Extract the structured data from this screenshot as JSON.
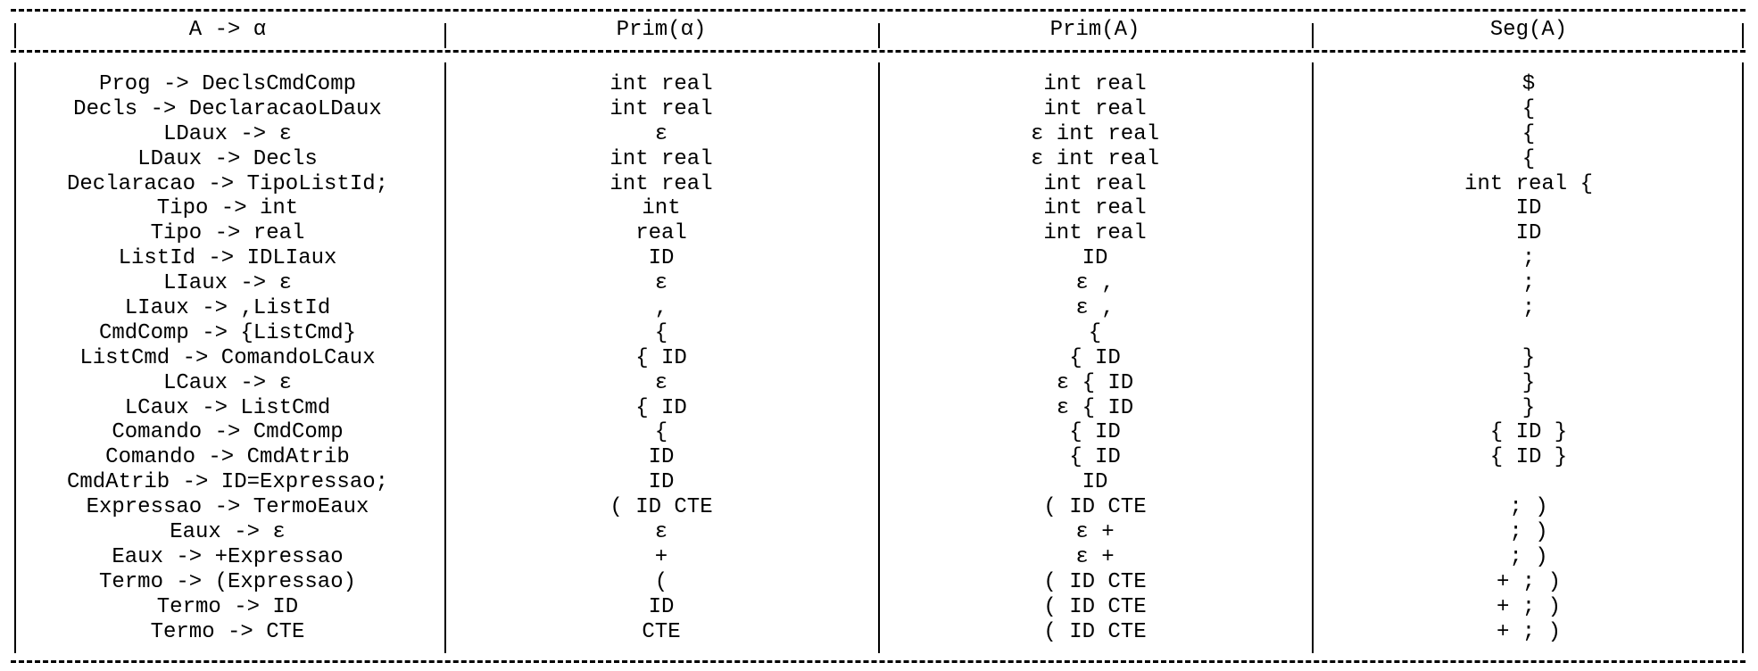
{
  "headers": [
    "A -> α",
    "Prim(α)",
    "Prim(A)",
    "Seg(A)"
  ],
  "rows": [
    [
      "Prog -> DeclsCmdComp",
      "int real",
      "int real",
      "$"
    ],
    [
      "Decls -> DeclaracaoLDaux",
      "int real",
      "int real",
      "{"
    ],
    [
      "LDaux -> ε",
      "ε",
      "ε int real",
      "{"
    ],
    [
      "LDaux -> Decls",
      "int real",
      "ε int real",
      "{"
    ],
    [
      "Declaracao -> TipoListId;",
      "int real",
      "int real",
      "int real {"
    ],
    [
      "Tipo -> int",
      "int",
      "int real",
      "ID"
    ],
    [
      "Tipo -> real",
      "real",
      "int real",
      "ID"
    ],
    [
      "ListId -> IDLIaux",
      "ID",
      "ID",
      ";"
    ],
    [
      "LIaux -> ε",
      "ε",
      "ε ,",
      ";"
    ],
    [
      "LIaux -> ,ListId",
      ",",
      "ε ,",
      ";"
    ],
    [
      "CmdComp -> {ListCmd}",
      "{",
      "{",
      ""
    ],
    [
      "ListCmd -> ComandoLCaux",
      "{ ID",
      "{ ID",
      "}"
    ],
    [
      "LCaux -> ε",
      "ε",
      "ε { ID",
      "}"
    ],
    [
      "LCaux -> ListCmd",
      "{ ID",
      "ε { ID",
      "}"
    ],
    [
      "Comando -> CmdComp",
      "{",
      "{ ID",
      "{ ID }"
    ],
    [
      "Comando -> CmdAtrib",
      "ID",
      "{ ID",
      "{ ID }"
    ],
    [
      "CmdAtrib -> ID=Expressao;",
      "ID",
      "ID",
      ""
    ],
    [
      "Expressao -> TermoEaux",
      "( ID CTE",
      "( ID CTE",
      "; )"
    ],
    [
      "Eaux -> ε",
      "ε",
      "ε +",
      "; )"
    ],
    [
      "Eaux -> +Expressao",
      "+",
      "ε +",
      "; )"
    ],
    [
      "Termo -> (Expressao)",
      "(",
      "( ID CTE",
      "+ ; )"
    ],
    [
      "Termo -> ID",
      "ID",
      "( ID CTE",
      "+ ; )"
    ],
    [
      "Termo -> CTE",
      "CTE",
      "( ID CTE",
      "+ ; )"
    ]
  ]
}
